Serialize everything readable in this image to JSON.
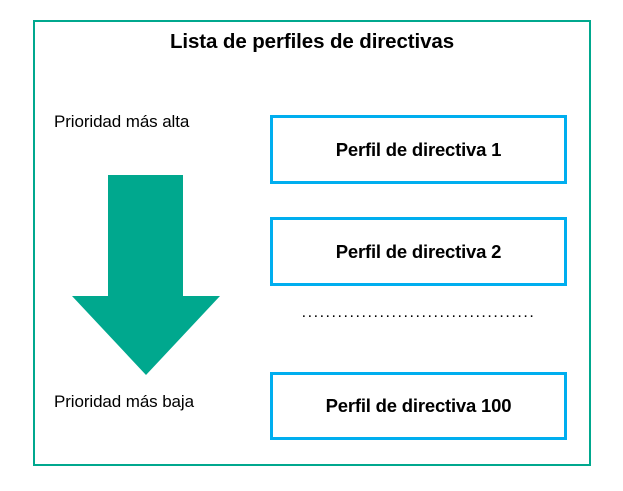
{
  "diagram": {
    "title": "Lista de perfiles de directivas",
    "frame_color": "#00a88e",
    "box_border_color": "#00aeef",
    "arrow_color": "#00a88e",
    "priority": {
      "high_label": "Prioridad más alta",
      "low_label": "Prioridad más baja",
      "arrow_direction": "down"
    },
    "profiles": [
      {
        "label": "Perfil de directiva 1"
      },
      {
        "label": "Perfil de directiva 2"
      },
      {
        "label": "Perfil de directiva 100"
      }
    ],
    "ellipsis": "......................................."
  }
}
